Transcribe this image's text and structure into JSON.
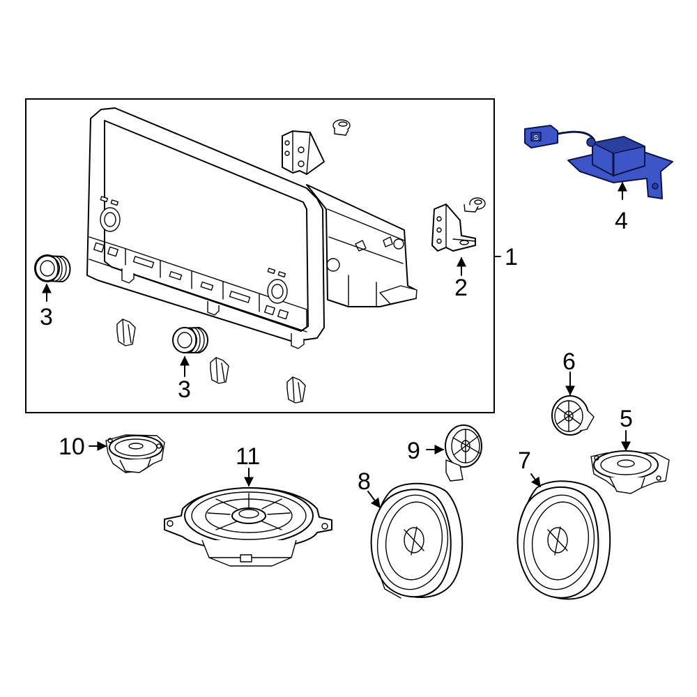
{
  "callouts": {
    "c1": "1",
    "c2": "2",
    "c3a": "3",
    "c3b": "3",
    "c4": "4",
    "c5": "5",
    "c6": "6",
    "c7": "7",
    "c8": "8",
    "c9": "9",
    "c10": "10",
    "c11": "11"
  },
  "highlight": {
    "part": "4",
    "color": "#3d55c6"
  },
  "icons": {
    "arrow": "arrow-pointer-icon"
  }
}
